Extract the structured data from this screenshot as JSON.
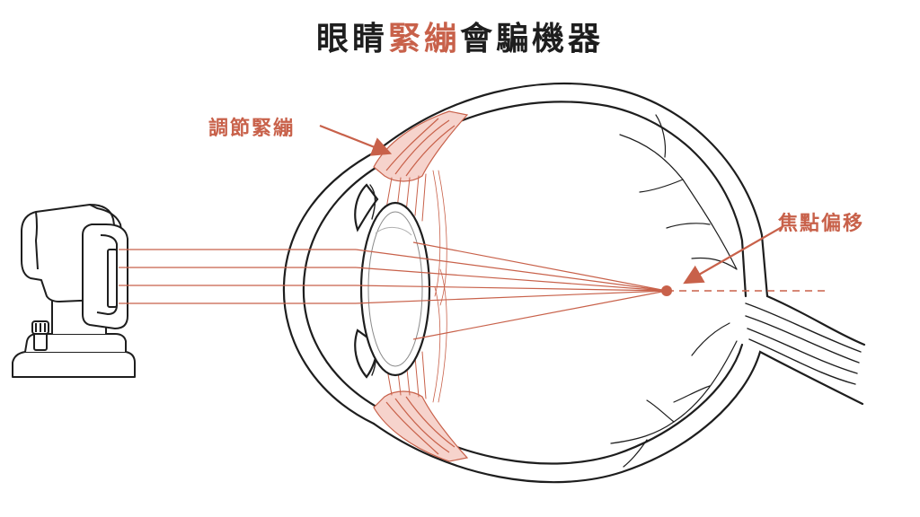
{
  "title": {
    "prefix": "眼睛",
    "highlight": "緊繃",
    "suffix": "會騙機器"
  },
  "labels": {
    "accommodation_tension": "調節緊繃",
    "focus_shift": "焦點偏移"
  },
  "colors": {
    "accent": "#c8614a",
    "ink": "#1e1e1e"
  }
}
